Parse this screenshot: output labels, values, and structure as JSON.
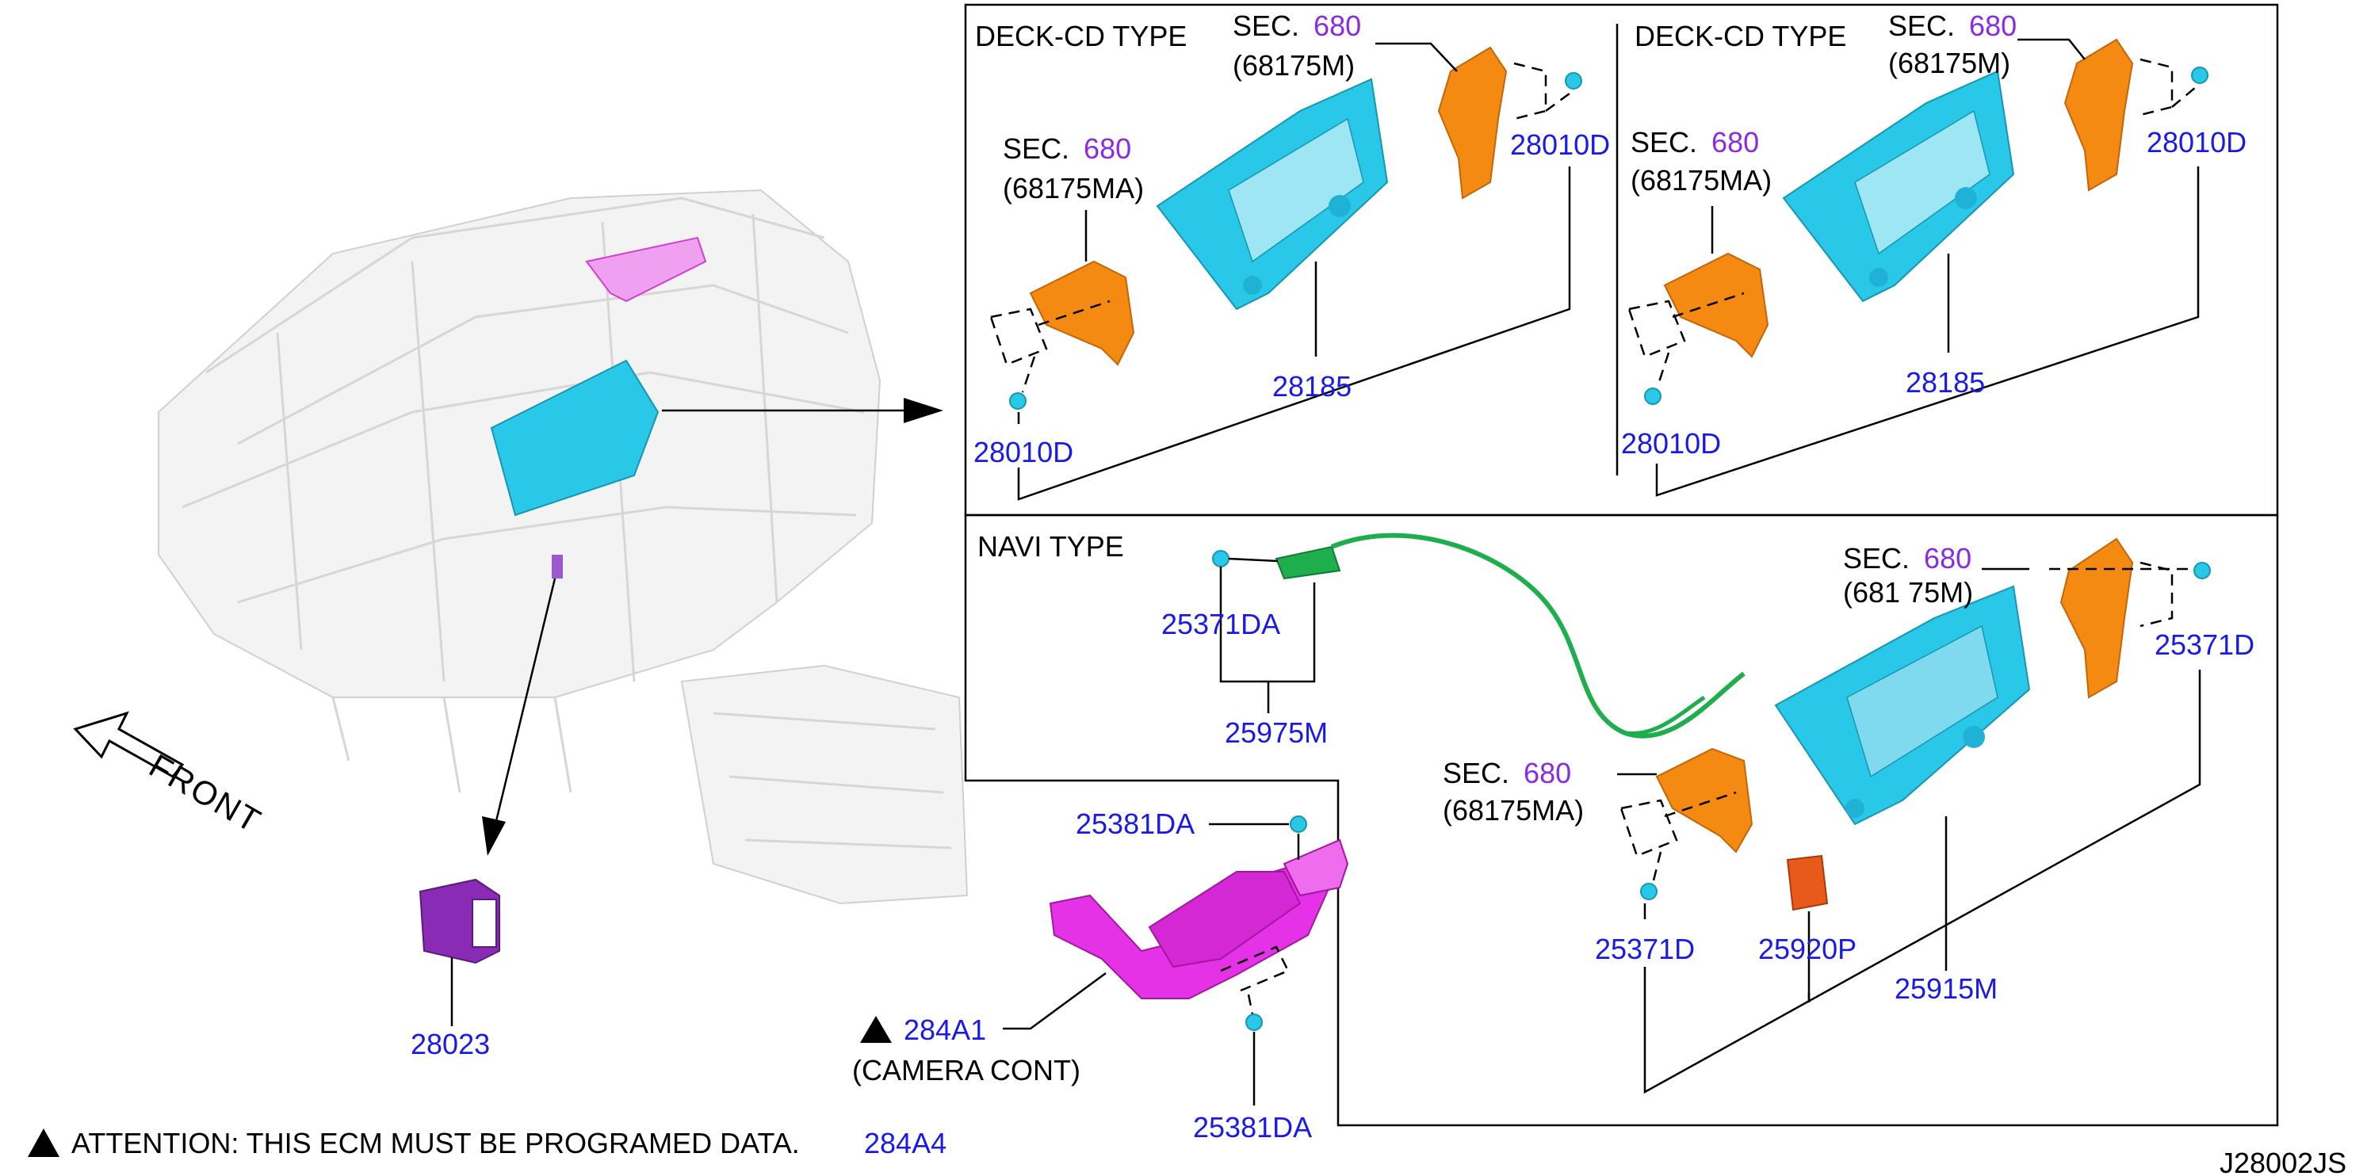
{
  "sections": {
    "deck_cd_left_title": "DECK-CD TYPE",
    "deck_cd_right_title": "DECK-CD TYPE",
    "navi_title": "NAVI TYPE"
  },
  "labels": {
    "sec_prefix": "SEC.",
    "sec_number": "680",
    "bracket_m": "(68175M)",
    "bracket_ma": "(68175MA)",
    "bracket_m_navi": "(681 75M)",
    "front": "FRONT",
    "camera_cont": "(CAMERA CONT)",
    "attention": "ATTENTION: THIS ECM MUST BE PROGRAMED DATA.",
    "attention_part": "284A4",
    "diagram_code": "J28002JS"
  },
  "parts": {
    "screw_28010d": "28010D",
    "unit_28185": "28185",
    "harness_25975m": "25975M",
    "screw_25371da": "25371DA",
    "screw_25371d": "25371D",
    "unit_25915m": "25915M",
    "pad_25920p": "25920P",
    "screw_25381da": "25381DA",
    "cont_284a1": "284A1",
    "switch_28023": "28023"
  },
  "colors": {
    "part_number": "#1a1ae6",
    "section_ref": "#8a2be2",
    "audio_unit": "#29c8e8",
    "bracket": "#f58a12",
    "camera_controller": "#e632e6",
    "switch": "#8a2bb5",
    "harness": "#1fae4e",
    "pad": "#e85a1a"
  }
}
